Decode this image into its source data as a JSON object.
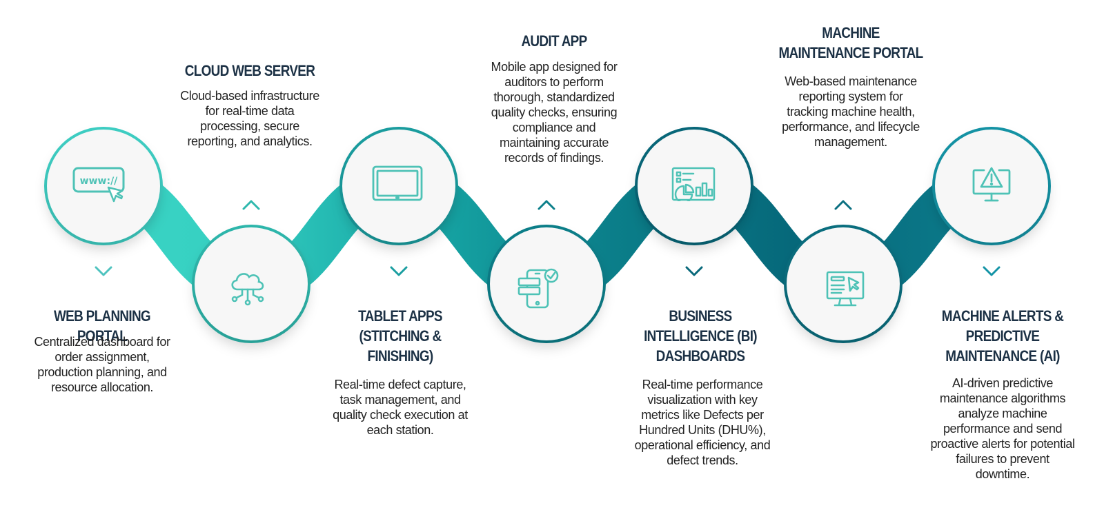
{
  "steps": [
    {
      "id": "web-planning-portal",
      "title": "WEB PLANNING PORTAL",
      "description": "Centralized dashboard for order assignment, production planning, and resource allocation.",
      "icon": "web-browser-icon",
      "color": "#3ecfc4"
    },
    {
      "id": "cloud-web-server",
      "title": "CLOUD WEB SERVER",
      "description": "Cloud-based infrastructure for real-time data processing, secure reporting, and analytics.",
      "icon": "cloud-network-icon",
      "color": "#2eb8ad"
    },
    {
      "id": "tablet-apps",
      "title": "TABLET APPS\n(STITCHING &\nFINISHING)",
      "description": "Real-time defect capture, task management, and quality check execution at each station.",
      "icon": "tablet-icon",
      "color": "#1a9ea0"
    },
    {
      "id": "audit-app",
      "title": "AUDIT APP",
      "description": "Mobile app designed for auditors to perform thorough, standardized quality checks, ensuring compliance and maintaining accurate records of findings.",
      "icon": "mobile-checklist-icon",
      "color": "#0c7f8a"
    },
    {
      "id": "bi-dashboards",
      "title": "BUSINESS\nINTELLIGENCE (BI)\nDASHBOARDS",
      "description": "Real-time performance visualization with key metrics like Defects per Hundred Units (DHU%), operational efficiency, and defect trends.",
      "icon": "dashboard-chart-icon",
      "color": "#08687a"
    },
    {
      "id": "machine-maintenance-portal",
      "title": "MACHINE\nMAINTENANCE PORTAL",
      "description": "Web-based maintenance reporting system for tracking machine health, performance, and lifecycle management.",
      "icon": "monitor-cursor-icon",
      "color": "#0a6f80"
    },
    {
      "id": "machine-alerts",
      "title": "MACHINE ALERTS &\nPREDICTIVE\nMAINTENANCE (AI)",
      "description": "AI-driven predictive maintenance algorithms analyze machine performance and send proactive alerts for potential failures to prevent downtime.",
      "icon": "monitor-alert-icon",
      "color": "#1494a6"
    }
  ],
  "icon_color": "#4ec2b6",
  "chevron_color": "#4fc3bf",
  "circle_fill": "#f7f7f7"
}
